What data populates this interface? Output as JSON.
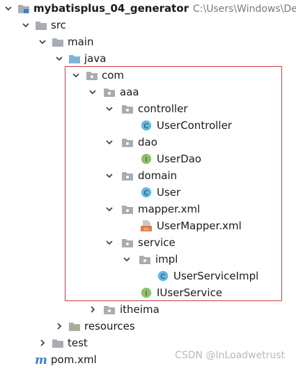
{
  "project": {
    "name": "mybatisplus_04_generator",
    "path": "C:\\Users\\Windows\\Desk"
  },
  "tree": {
    "src": "src",
    "main": "main",
    "java": "java",
    "com": "com",
    "aaa": "aaa",
    "controller": "controller",
    "user_controller": "UserController",
    "dao": "dao",
    "user_dao": "UserDao",
    "domain": "domain",
    "user": "User",
    "mapper_xml": "mapper.xml",
    "user_mapper_xml": "UserMapper.xml",
    "service": "service",
    "impl": "impl",
    "user_service_impl": "UserServiceImpl",
    "iuser_service": "IUserService",
    "itheima": "itheima",
    "resources": "resources",
    "test": "test",
    "pom": "pom.xml"
  },
  "icons": {
    "class_letter": "C",
    "interface_letter": "I",
    "maven_letter": "m",
    "xml_glyph": "<>"
  },
  "watermark": "CSDN @InLoadwetrust",
  "colors": {
    "folder": "#a8adb3",
    "source_folder": "#7fb4d9",
    "resources_folder": "#b9a86e",
    "class_icon": "#5fb9e0",
    "interface_icon": "#8dc06a",
    "xml_icon": "#e07a4b",
    "maven_icon": "#3b7fd0",
    "highlight_box": "#cf3a3a"
  }
}
